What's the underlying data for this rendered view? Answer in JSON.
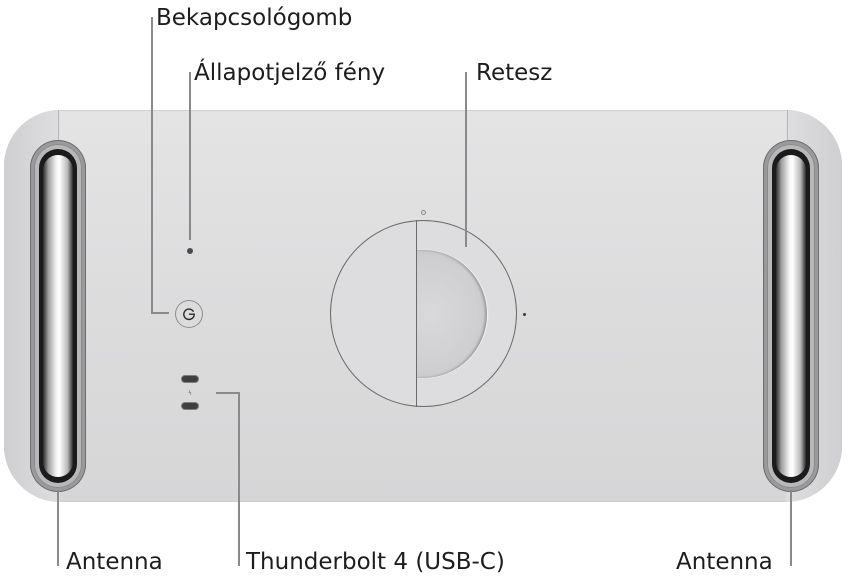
{
  "diagram": {
    "subject": "Mac Pro (rack) top view",
    "labels": {
      "power_button": "Bekapcsológomb",
      "status_light": "Állapotjelző fény",
      "latch": "Retesz",
      "antenna_left": "Antenna",
      "thunderbolt": "Thunderbolt 4 (USB-C)",
      "antenna_right": "Antenna"
    },
    "icons": {
      "power": "power-icon",
      "thunderbolt": "thunderbolt-icon"
    },
    "colors": {
      "chassis": "#dcdcdd",
      "leader_line": "#8a8a8c",
      "text": "#1d1d1f",
      "background": "#ffffff"
    }
  }
}
